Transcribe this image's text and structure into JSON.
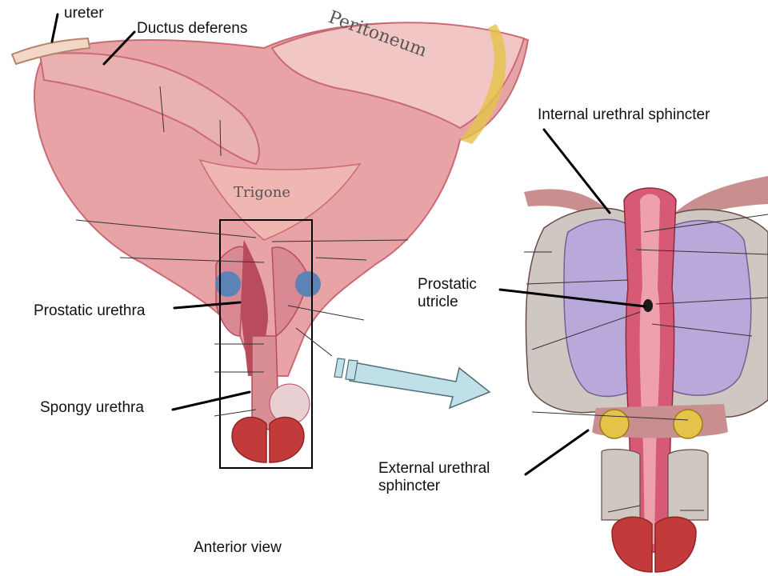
{
  "labels": {
    "ureter": "ureter",
    "ductus_deferens": "Ductus deferens",
    "peritoneum": "Peritoneum",
    "trigone": "Trigone",
    "internal_sphincter": "Internal urethral sphincter",
    "prostatic_utricle": "Prostatic\nutricle",
    "prostatic_urethra": "Prostatic urethra",
    "spongy_urethra": "Spongy urethra",
    "external_sphincter": "External urethral\nsphincter",
    "anterior_view": "Anterior view"
  },
  "colors": {
    "tissue": "#e7a3a5",
    "tissue_dark": "#c96a74",
    "urethra": "#d65a76",
    "prostate": "#b9a8da",
    "capsule": "#cfc7c2",
    "bulb": "#c33a3a",
    "gland": "#e4c34a",
    "arrow": "#bfe0e6"
  }
}
